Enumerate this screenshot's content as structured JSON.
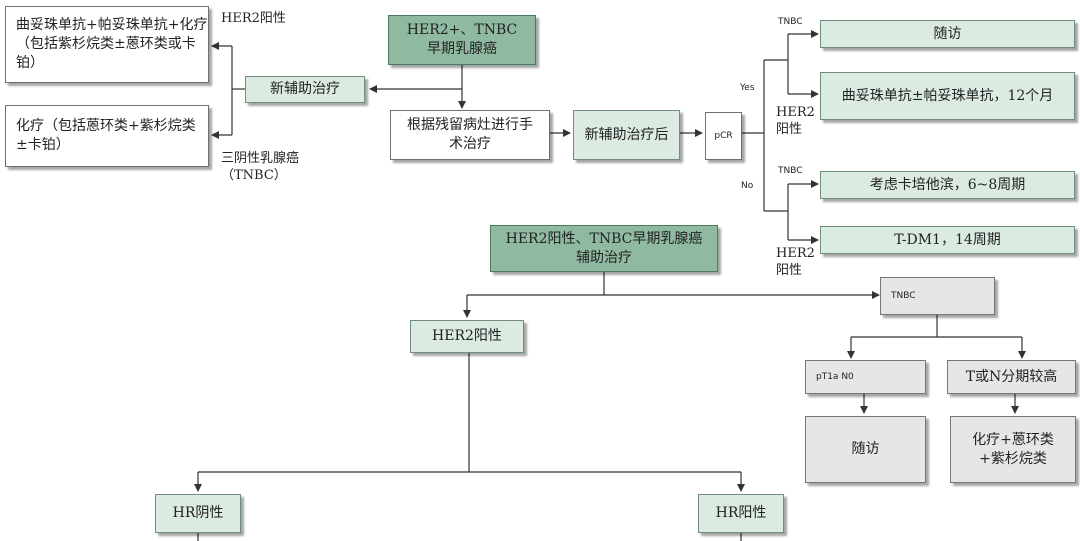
{
  "flow1": {
    "start": "HER2+、TNBC早期乳腺癌",
    "neoadjuvant": "新辅助治疗",
    "surgery": "根据残留病灶进行手术治疗",
    "after_neo": "新辅助治疗后",
    "her2_regimen": "曲妥珠单抗+帕妥珠单抗+化疗（包括紫杉烷类±蒽环类或卡铂）",
    "tnbc_regimen": "化疗（包括蒽环类+紫杉烷类±卡铂）",
    "her2_pos_label": "HER2阳性",
    "tnbc_label": "三阴性乳腺癌（TNBC）",
    "pcr": "pCR",
    "yes": "Yes",
    "no": "No",
    "tnbc_tag_1": "TNBC",
    "tnbc_tag_2": "TNBC",
    "her2_tag_1": "HER2\n阳性",
    "her2_tag_2": "HER2\n阳性",
    "follow_up": "随访",
    "her2_pcr_regimen": "曲妥珠单抗±帕妥珠单抗，12个月",
    "capecitabine": "考虑卡培他滨，6~8周期",
    "tdm1": "T-DM1，14周期"
  },
  "flow2": {
    "start": "HER2阳性、TNBC早期乳腺癌辅助治疗",
    "her2_pos": "HER2阳性",
    "tnbc": "TNBC",
    "pt1a": "pT1a N0",
    "high_stage": "T或N分期较高",
    "follow_up": "随访",
    "chemo": "化疗+蒽环类+紫杉烷类",
    "hr_neg": "HR阴性",
    "hr_pos": "HR阳性"
  }
}
